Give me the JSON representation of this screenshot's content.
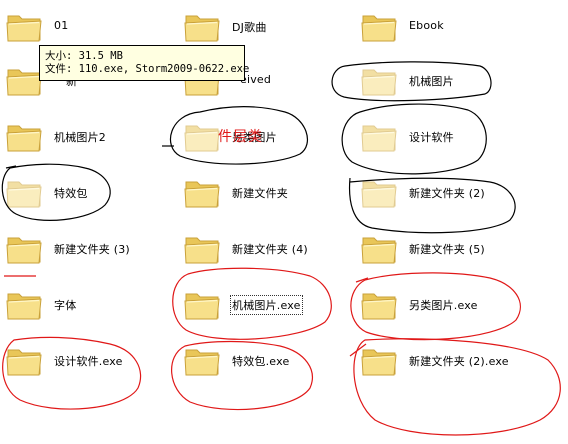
{
  "folders": [
    {
      "label": "01"
    },
    {
      "label": "DJ歌曲"
    },
    {
      "label": "Ebook"
    },
    {
      "label": "新"
    },
    {
      "label": "eived"
    },
    {
      "label": "机械图片"
    },
    {
      "label": "机械图片2"
    },
    {
      "label": "另类图片"
    },
    {
      "label": "设计软件"
    },
    {
      "label": "特效包"
    },
    {
      "label": "新建文件夹"
    },
    {
      "label": "新建文件夹 (2)"
    },
    {
      "label": "新建文件夹 (3)"
    },
    {
      "label": "新建文件夹 (4)"
    },
    {
      "label": "新建文件夹 (5)"
    },
    {
      "label": "字体"
    },
    {
      "label": "机械图片.exe"
    },
    {
      "label": "另类图片.exe"
    },
    {
      "label": "设计软件.exe"
    },
    {
      "label": "特效包.exe"
    },
    {
      "label": "新建文件夹 (2).exe"
    }
  ],
  "tooltip": {
    "size_line": "大小: 31.5 MB",
    "files_line": "文件: 110.exe, Storm2009-0622.exe"
  },
  "annotation": {
    "red_text": "件层类"
  },
  "colors": {
    "folder_front": "#f7e08a",
    "folder_back": "#e9c658",
    "folder_edge": "#c9a13a",
    "annotation_black": "#000000",
    "annotation_red": "#e01818",
    "tooltip_bg": "#ffffe1"
  },
  "icons": {
    "folder": "folder-icon"
  }
}
